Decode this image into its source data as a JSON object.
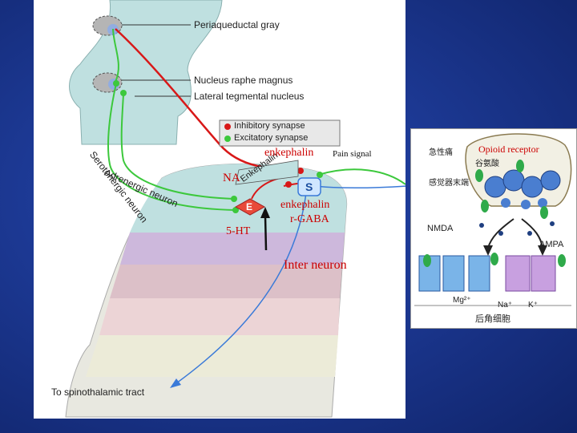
{
  "diagram": {
    "structures": {
      "pag": "Periaqueductal gray",
      "nrm": "Nucleus raphe magnus",
      "ltn": "Lateral tegmental nucleus",
      "spinothalamic": "To spinothalamic tract"
    },
    "legend": {
      "inhibitory": "Inhibitory synapse",
      "excitatory": "Excitatory synapse"
    },
    "neurons": {
      "adrenergic": "Adrenergic neuron",
      "serotonergic": "Serotonergic neuron",
      "enkephalin_cell": "Enkephalin",
      "cell_e": "E",
      "cell_s": "S"
    },
    "annotations": {
      "enkephalin_top": "enkephalin",
      "pain_signal": "Pain signal",
      "na": "NA",
      "enkephalin_mid": "enkephalin",
      "gaba": "r-GABA",
      "five_ht": "5-HT",
      "inter_neuron": "Inter neuron"
    },
    "colors": {
      "inhibitory": "#d81818",
      "excitatory": "#3cc83c",
      "fiber_blue": "#3a7ad8",
      "accent_red": "#cc0000"
    }
  },
  "inset": {
    "opioid_receptor": "Opioid receptor",
    "acute_pain": "急性痛",
    "glutamate": "谷氨酸",
    "sensory_terminal": "感觉器末端",
    "nmda": "NMDA",
    "ampa": "AMPA",
    "mg": "Mg²⁺",
    "na_ion": "Na⁺",
    "k_ion": "K⁺",
    "dorsal_horn_cell": "后角细胞"
  }
}
